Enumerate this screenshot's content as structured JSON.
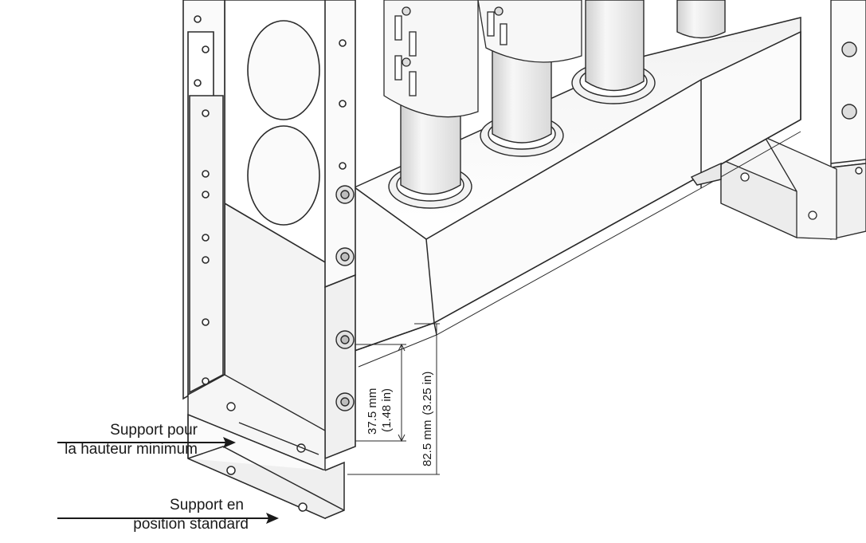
{
  "callouts": {
    "min_height_bracket": {
      "line1": "Support pour",
      "line2": "la hauteur minimum"
    },
    "standard_bracket": {
      "line1": "Support en",
      "line2": "position standard"
    }
  },
  "dimensions": {
    "short": {
      "metric": "37.5 mm",
      "imperial": "(1.48 in)"
    },
    "long": {
      "metric": "82.5 mm",
      "imperial": "(3.25 in)"
    }
  },
  "colors": {
    "line": "#2a2a2a",
    "tube": "#8a8a8a",
    "shade": "#e6e6e6",
    "panel": "#f4f4f4"
  }
}
